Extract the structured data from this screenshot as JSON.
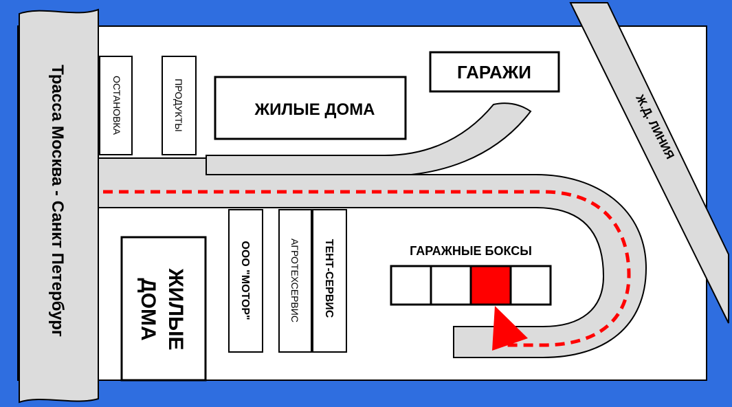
{
  "colors": {
    "frame": "#2f6ee0",
    "ground": "#ffffff",
    "road": "#dcdcdc",
    "outline": "#000000",
    "route": "#ff0000",
    "target_box": "#ff0000"
  },
  "labels": {
    "highway": "Трасса Москва - Санкт Петербург",
    "railway": "Ж.Д. ЛИНИЯ",
    "garages": "ГАРАЖИ",
    "houses_top": "ЖИЛЫЕ ДОМА",
    "houses_left_line1": "ЖИЛЫЕ",
    "houses_left_line2": "ДОМА",
    "bus_stop": "ОСТАНОВКА",
    "grocery": "ПРОДУКТЫ",
    "motor": "ООО \"МОТОР\"",
    "agro": "АГРОТЕХСЕРВИС",
    "tent": "ТЕНТ-СЕРВИС",
    "garage_boxes": "ГАРАЖНЫЕ БОКСЫ"
  },
  "garage_boxes": {
    "count": 4,
    "highlighted_index": 2
  }
}
